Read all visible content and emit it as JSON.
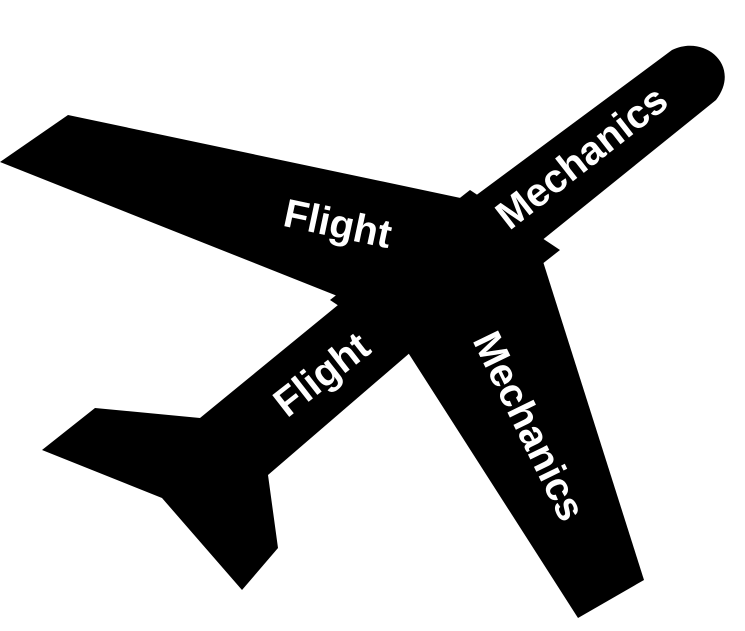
{
  "graphic": {
    "icon": "airplane-icon",
    "fill_color": "#000000",
    "text_color": "#ffffff",
    "background": "#ffffff"
  },
  "labels": {
    "wing_word_1": "Flight",
    "fuselage_word_1": "Mechanics",
    "fuselage_word_2": "Flight",
    "wing_word_2": "Mechanics"
  }
}
